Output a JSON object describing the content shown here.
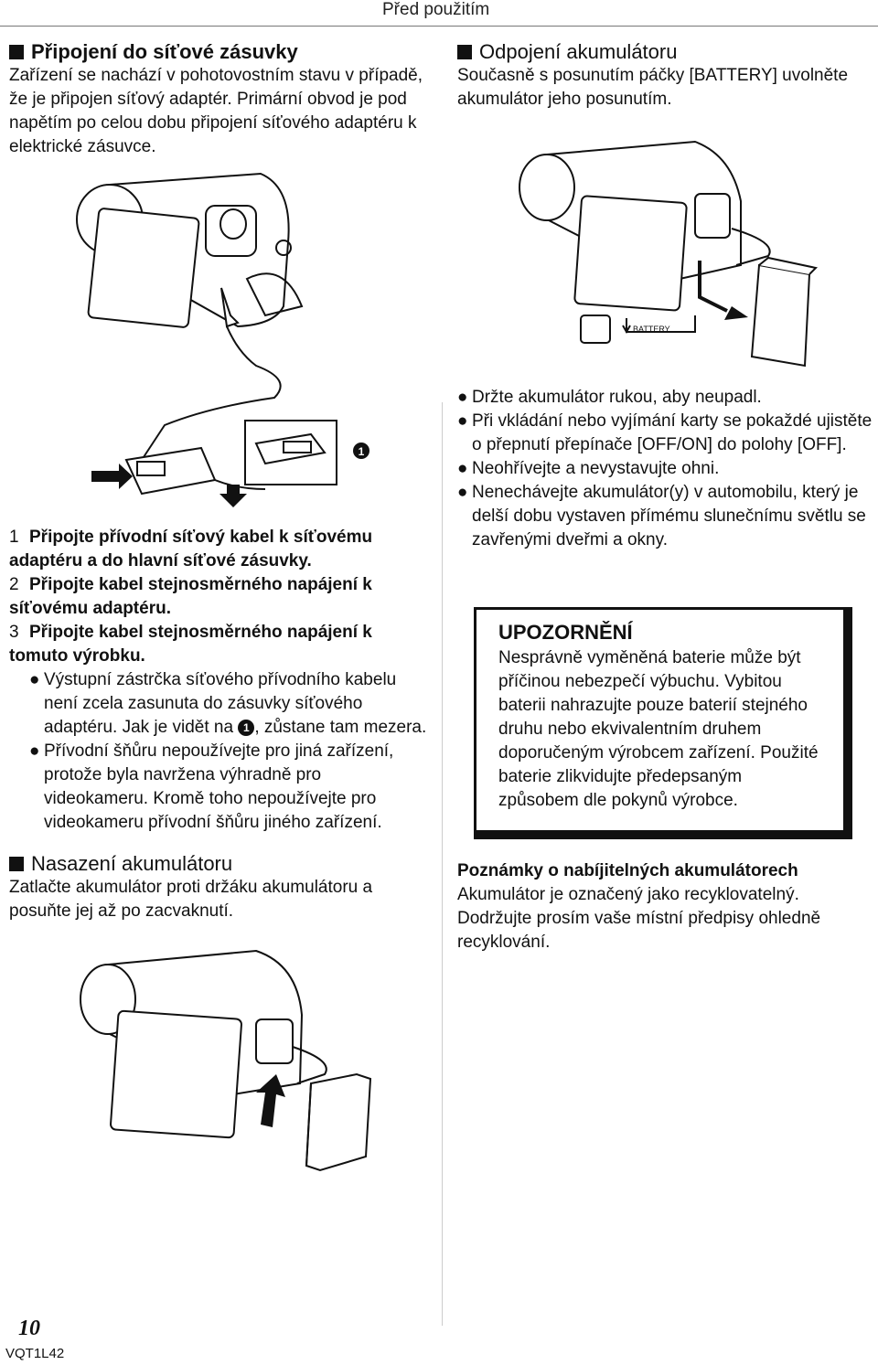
{
  "header": {
    "section_title": "Před použitím"
  },
  "connect_power": {
    "title": "Připojení do síťové zásuvky",
    "text": "Zařízení se nachází v pohotovostním stavu v případě, že je připojen síťový adaptér. Primární obvod je pod napětím po celou dobu připojení síťového adaptéru k elektrické zásuvce."
  },
  "remove_battery": {
    "title": "Odpojení akumulátoru",
    "text": "Současně s posunutím páčky [BATTERY] uvolněte akumulátor jeho posunutím.",
    "figure_label": "BATTERY"
  },
  "figure_callout": "1",
  "steps": [
    {
      "num": "1",
      "text": "Připojte přívodní síťový kabel k síťovému adaptéru a do hlavní síťové zásuvky."
    },
    {
      "num": "2",
      "text": "Připojte kabel stejnosměrného napájení k síťovému adaptéru."
    },
    {
      "num": "3",
      "text": "Připojte kabel stejnosměrného napájení k tomuto výrobku."
    }
  ],
  "step_bullets": {
    "b1_part1": "Výstupní zástrčka síťového přívodního kabelu není zcela zasunuta do zásuvky síťového adaptéru. Jak je vidět na ",
    "b1_ref": "1",
    "b1_part2": ", zůstane tam mezera.",
    "b2": "Přívodní šňůru nepoužívejte pro jiná zařízení, protože byla navržena výhradně pro videokameru. Kromě toho nepoužívejte pro videokameru přívodní šňůru jiného zařízení."
  },
  "attach_battery": {
    "title": "Nasazení akumulátoru",
    "text": "Zatlačte akumulátor proti držáku akumulátoru a posuňte jej až po zacvaknutí."
  },
  "right_bullets": [
    "Držte akumulátor rukou, aby neupadl.",
    "Při vkládání nebo vyjímání karty se pokaždé ujistěte o přepnutí přepínače [OFF/ON] do polohy [OFF].",
    "Neohřívejte a nevystavujte ohni.",
    "Nenechávejte akumulátor(y) v automobilu, který je delší dobu vystaven přímému slunečnímu světlu se zavřenými dveřmi a okny."
  ],
  "caution": {
    "title": "UPOZORNĚNÍ",
    "text": "Nesprávně vyměněná baterie může být příčinou nebezpečí výbuchu. Vybitou baterii nahrazujte pouze baterií stejného druhu nebo ekvivalentním druhem doporučeným výrobcem zařízení. Použité baterie zlikvidujte předepsaným způsobem dle pokynů výrobce."
  },
  "notes": {
    "title": "Poznámky o nabíjitelných akumulátorech",
    "text": "Akumulátor je označený jako recyklovatelný. Dodržujte prosím vaše místní předpisy ohledně recyklování."
  },
  "footer": {
    "page_number": "10",
    "doc_code": "VQT1L42"
  },
  "icons": [
    "camcorder-illustration",
    "ac-adaptor-illustration",
    "battery-illustration",
    "arrow-icon",
    "bullet-icon"
  ]
}
